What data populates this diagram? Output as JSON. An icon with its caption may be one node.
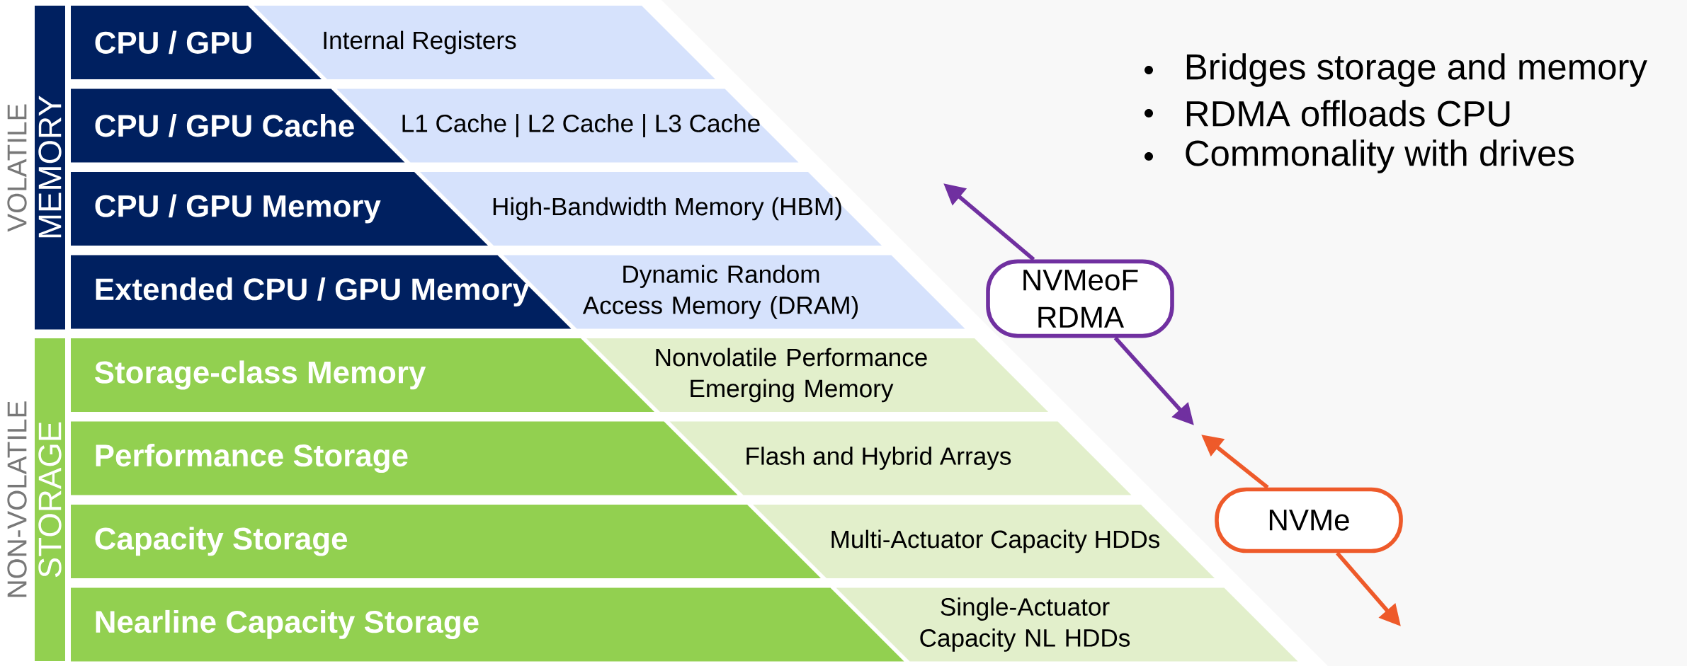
{
  "diagram": {
    "nodes": [
      {
        "text": [
          "VOLATILE",
          "MEMORY"
        ]
      },
      {
        "text": [
          "NON-VOLATILE",
          "STORAGE"
        ]
      },
      {
        "text": [
          "CPU / GPU"
        ]
      },
      {
        "text": [
          "Internal Registers"
        ]
      },
      {
        "text": [
          "CPU / GPU Cache"
        ]
      },
      {
        "text": [
          "L1 Cache | L2 Cache | L3 Cache"
        ]
      },
      {
        "text": [
          "CPU / GPU Memory"
        ]
      },
      {
        "text": [
          "High-Bandwidth Memory (HBM)"
        ]
      },
      {
        "text": [
          "Extended CPU / GPU Memory"
        ]
      },
      {
        "text": [
          "Dynamic Random Access Memory (DRAM)"
        ]
      },
      {
        "text": [
          "Storage-class Memory"
        ]
      },
      {
        "text": [
          "Nonvolatile Performance Emerging Memory"
        ]
      },
      {
        "text": [
          "Performance Storage"
        ]
      },
      {
        "text": [
          "Flash and Hybrid Arrays"
        ]
      },
      {
        "text": [
          "Capacity Storage"
        ]
      },
      {
        "text": [
          "Multi-Actuator Capacity HDDs"
        ]
      },
      {
        "text": [
          "Nearline Capacity Storage"
        ]
      },
      {
        "text": [
          "Single-Actuator Capacity NL HDDs"
        ]
      },
      {
        "text": [
          "NVMeoF RDMA"
        ]
      },
      {
        "text": [
          "NVMe"
        ]
      }
    ],
    "edges": [
      {
        "from": 18,
        "to": null,
        "arrow": "to",
        "color": "#7030a0"
      },
      {
        "from": 18,
        "to": null,
        "arrow": "to",
        "color": "#7030a0"
      },
      {
        "from": 19,
        "to": null,
        "arrow": "to",
        "color": "#ee5a2a"
      },
      {
        "from": 19,
        "to": null,
        "arrow": "to",
        "color": "#ee5a2a"
      }
    ],
    "labels": [
      "Bridges storage and memory",
      "RDMA offloads CPU",
      "Commonality with drives"
    ]
  }
}
